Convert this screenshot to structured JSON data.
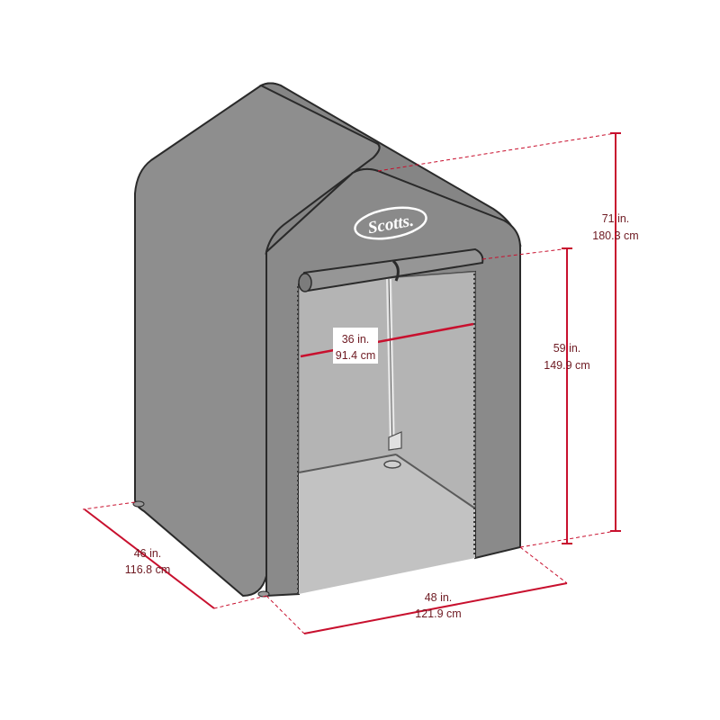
{
  "brand": {
    "logo_text": "Scotts."
  },
  "colors": {
    "dimension_line": "#c8102e",
    "dimension_text": "#6e1a22",
    "shed_body": "#8e8e8e",
    "shed_dark": "#7a7a7a",
    "shed_interior": "#bdbdbd",
    "outline": "#2a2a2a"
  },
  "dimensions": {
    "total_height": {
      "imperial": "71 in.",
      "metric": "180.3 cm"
    },
    "door_height": {
      "imperial": "59 in.",
      "metric": "149.9 cm"
    },
    "door_width": {
      "imperial": "36 in.",
      "metric": "91.4 cm"
    },
    "depth": {
      "imperial": "46 in.",
      "metric": "116.8 cm"
    },
    "width": {
      "imperial": "48 in.",
      "metric": "121.9 cm"
    }
  }
}
